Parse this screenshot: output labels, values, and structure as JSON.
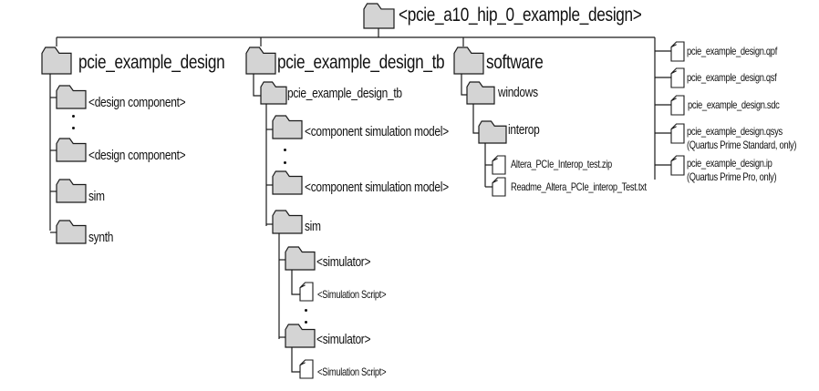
{
  "diagram": {
    "type": "directory-tree",
    "root": {
      "label": "<pcie_a10_hip_0_example_design>",
      "icon": "folder-icon"
    },
    "branches": {
      "design": {
        "label": "pcie_example_design",
        "children": [
          {
            "label": "<design component>",
            "icon": "folder-icon"
          },
          {
            "label": "<design component>",
            "icon": "folder-icon"
          },
          {
            "label": "sim",
            "icon": "folder-icon"
          },
          {
            "label": "synth",
            "icon": "folder-icon"
          }
        ]
      },
      "testbench": {
        "label": "pcie_example_design_tb",
        "child": {
          "label": "pcie_example_design_tb",
          "children": [
            {
              "label": "<component simulation model>",
              "icon": "folder-icon"
            },
            {
              "label": "<component simulation model>",
              "icon": "folder-icon"
            },
            {
              "label": "sim",
              "icon": "folder-icon",
              "children": [
                {
                  "label": "<simulator>",
                  "icon": "folder-icon",
                  "file": "<Simulation Script>"
                },
                {
                  "label": "<simulator>",
                  "icon": "folder-icon",
                  "file": "<Simulation Script>"
                }
              ]
            }
          ]
        }
      },
      "software": {
        "label": "software",
        "child": {
          "label": "windows",
          "child": {
            "label": "interop",
            "files": [
              "Altera_PCIe_Interop_test.zip",
              "Readme_Altera_PCIe_interop_Test.txt"
            ]
          }
        }
      },
      "files": [
        {
          "label": "pcie_example_design.qpf",
          "note": ""
        },
        {
          "label": "pcie_example_design.qsf",
          "note": ""
        },
        {
          "label": "pcie_example_design.sdc",
          "note": ""
        },
        {
          "label": "pcie_example_design.qsys",
          "note": "(Quartus Prime Standard, only)"
        },
        {
          "label": "pcie_example_design.ip",
          "note": "(Quartus Prime Pro, only)"
        }
      ]
    },
    "colors": {
      "folder_fill": "#d4d4d4",
      "stroke": "#1a1a1a"
    }
  }
}
